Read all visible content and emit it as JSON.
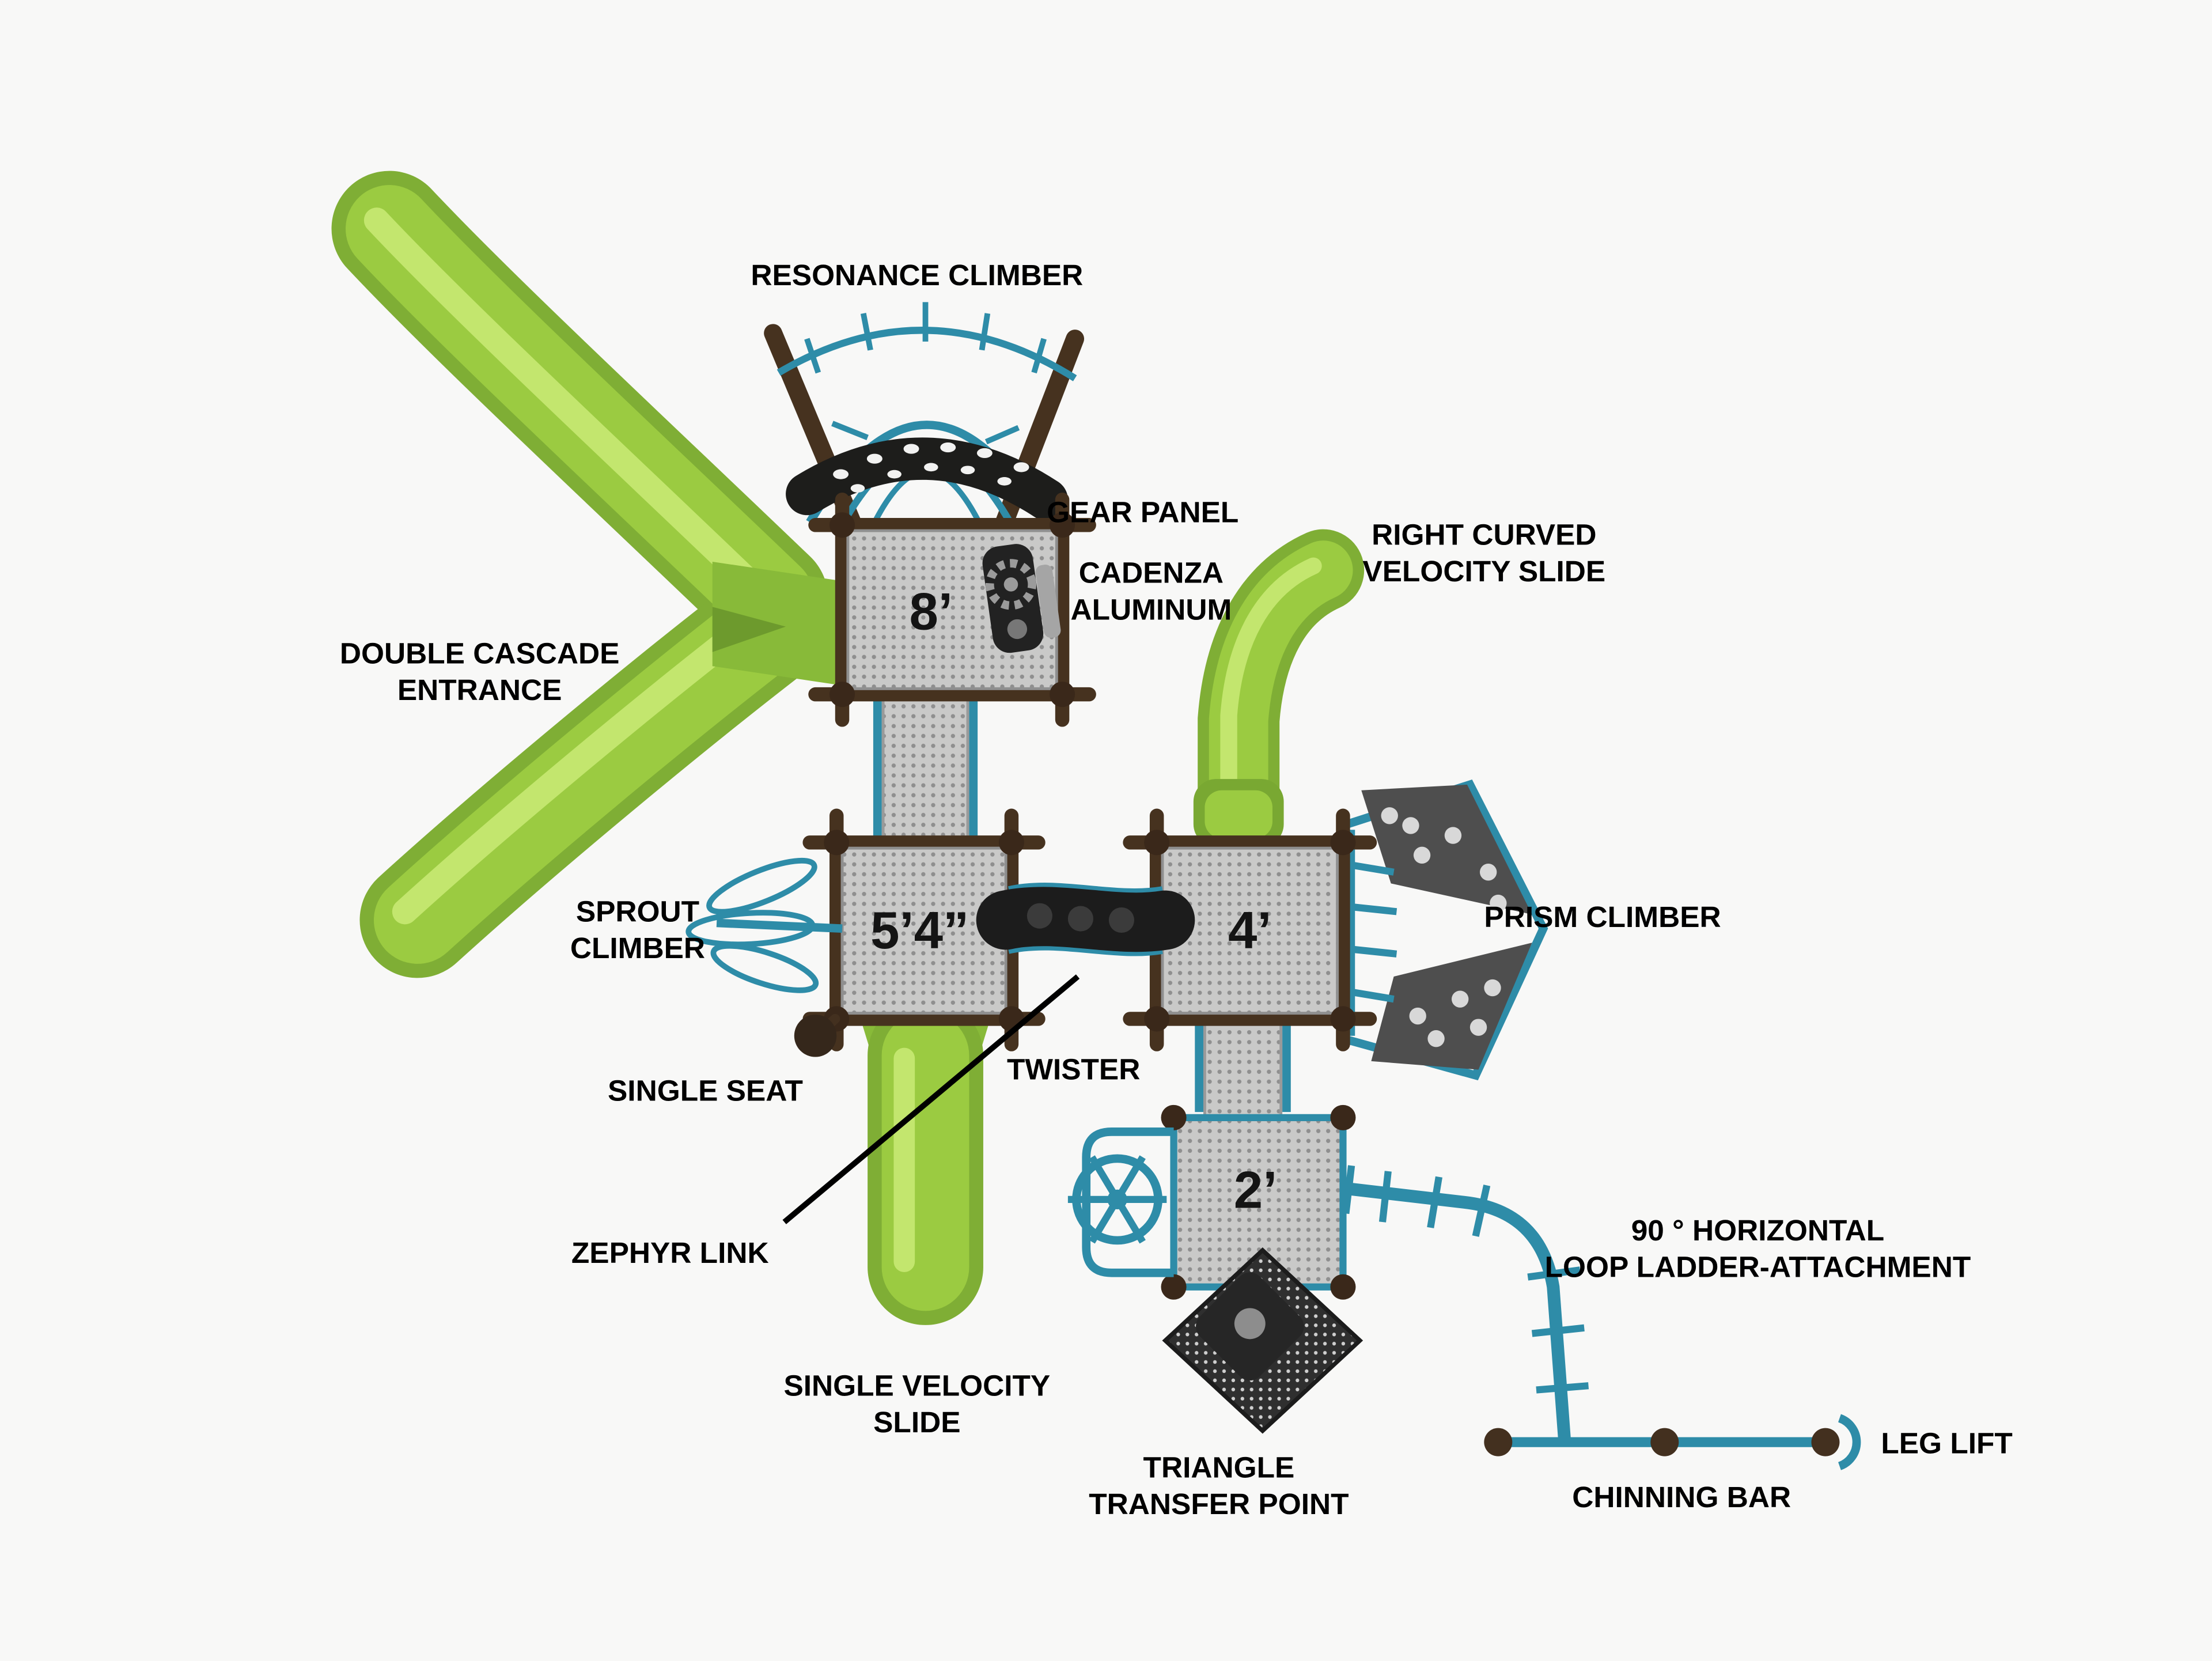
{
  "diagram_type": "playground-structure-top-view",
  "colors": {
    "background": "#f8f8f7",
    "slide_green": "#9bcb41",
    "slide_green_dark": "#7fae35",
    "slide_green_light": "#c8e973",
    "tube_teal": "#2e8ca8",
    "post_brown": "#46321f",
    "deck_mesh_gray": "#c9c9c8",
    "dark_panel": "#1d1d1b",
    "label_text": "#000000"
  },
  "labels": {
    "resonance_climber": "RESONANCE CLIMBER",
    "gear_panel": "GEAR PANEL",
    "cadenza_line1": "CADENZA",
    "cadenza_line2": "ALUMINUM",
    "right_curved_line1": "RIGHT CURVED",
    "right_curved_line2": "VELOCITY SLIDE",
    "double_cascade_line1": "DOUBLE CASCADE",
    "double_cascade_line2": "ENTRANCE",
    "sprout_line1": "SPROUT",
    "sprout_line2": "CLIMBER",
    "prism_climber": "PRISM CLIMBER",
    "single_seat": "SINGLE SEAT",
    "twister": "TWISTER",
    "zephyr_link": "ZEPHYR LINK",
    "single_velocity_line1": "SINGLE VELOCITY",
    "single_velocity_line2": "SLIDE",
    "triangle_line1": "TRIANGLE",
    "triangle_line2": "TRANSFER POINT",
    "loop_ladder_line1": "90 ° HORIZONTAL",
    "loop_ladder_line2": "LOOP LADDER-ATTACHMENT",
    "chinning_bar": "CHINNING BAR",
    "leg_lift": "LEG LIFT"
  },
  "platform_heights": {
    "deck_8": "8’",
    "deck_5_4": "5’4”",
    "deck_4": "4’",
    "deck_2": "2’"
  }
}
